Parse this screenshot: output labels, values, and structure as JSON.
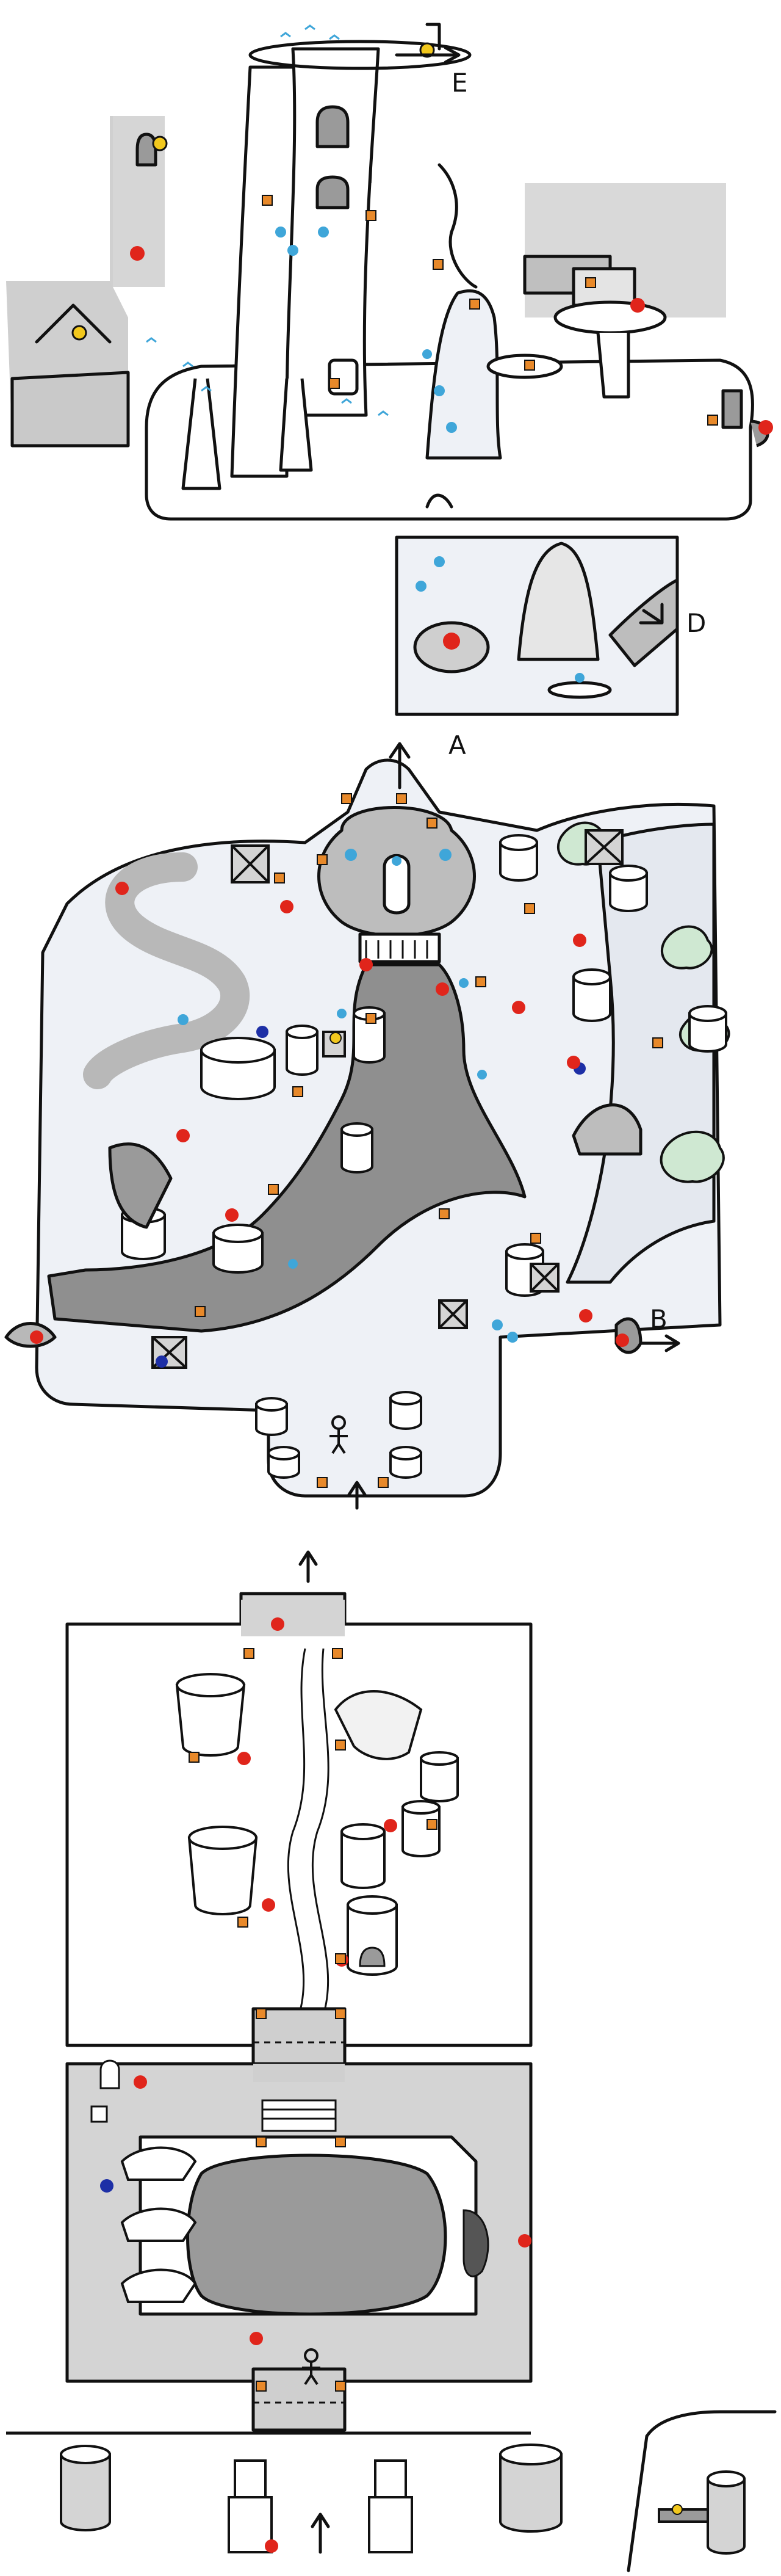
{
  "labels": {
    "a": "A",
    "b": "B",
    "d": "D",
    "e": "E"
  },
  "colors": {
    "ink": "#111111",
    "paper": "#ffffff",
    "light_area": "#eef1f6",
    "grey_area": "#d4d4d4",
    "mid_grey": "#bdbdbd",
    "river": "#8f8f8f",
    "water_dot": "#3fa6d9",
    "red_dot": "#e0251b",
    "blue_dot": "#1d2fa6",
    "orange_square": "#e8892a",
    "yellow_dot": "#f2c81d",
    "green_area": "#cfe8d2"
  },
  "legend_icons": [
    "red-dot-marker",
    "orange-square-marker",
    "blue-dot-marker",
    "yellow-dot-marker",
    "water-pool",
    "stairs",
    "exit-arrow",
    "player-figure",
    "crate"
  ]
}
